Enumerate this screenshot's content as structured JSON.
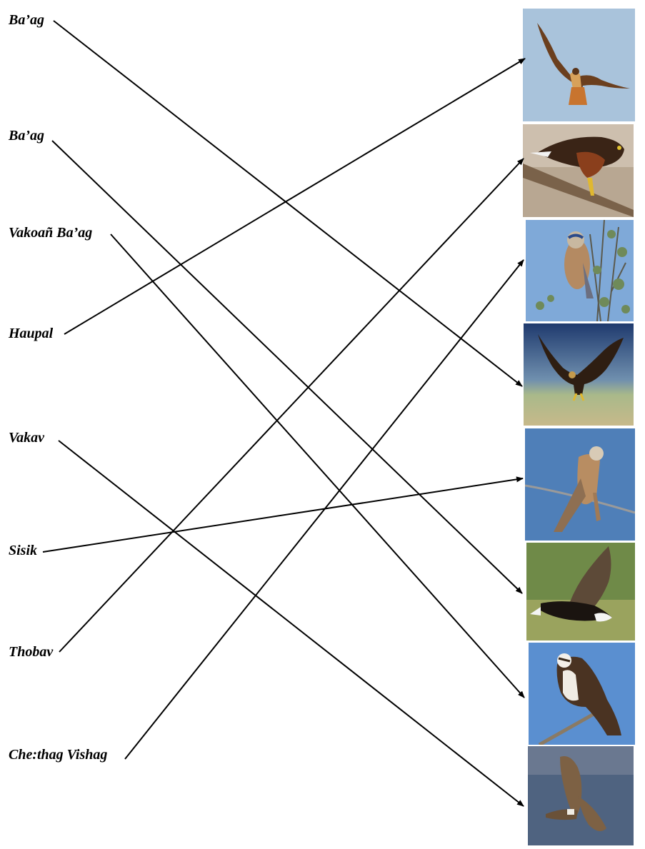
{
  "labels": [
    {
      "text": "Ba’ag"
    },
    {
      "text": "Ba’ag"
    },
    {
      "text": "Vakoañ Ba’ag"
    },
    {
      "text": "Haupal"
    },
    {
      "text": "Vakav"
    },
    {
      "text": "Sisik"
    },
    {
      "text": "Thobav"
    },
    {
      "text": "Che:thag Vishag"
    }
  ],
  "images": [
    {
      "name": "red-tailed-hawk-flying-photo"
    },
    {
      "name": "harris-hawk-perched-photo"
    },
    {
      "name": "kestrel-in-tree-photo"
    },
    {
      "name": "golden-eagle-flying-photo"
    },
    {
      "name": "kestrel-on-wire-photo"
    },
    {
      "name": "bald-eagle-flying-photo"
    },
    {
      "name": "osprey-perched-photo"
    },
    {
      "name": "harrier-flying-photo"
    }
  ],
  "matches": [
    {
      "label": 0,
      "image": 3
    },
    {
      "label": 1,
      "image": 5
    },
    {
      "label": 2,
      "image": 6
    },
    {
      "label": 3,
      "image": 0
    },
    {
      "label": 4,
      "image": 7
    },
    {
      "label": 5,
      "image": 4
    },
    {
      "label": 6,
      "image": 1
    },
    {
      "label": 7,
      "image": 2
    }
  ]
}
